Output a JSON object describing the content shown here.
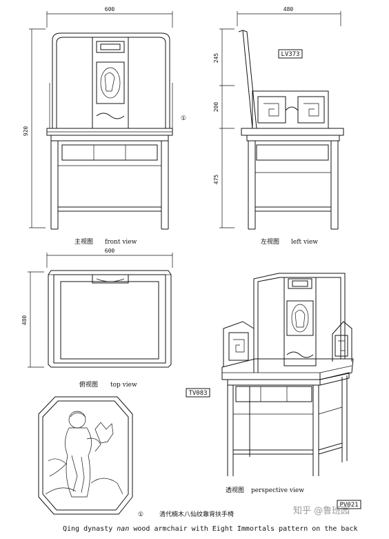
{
  "dimensions": {
    "front_width": "600",
    "side_width": "480",
    "front_height": "920",
    "side_top": "245",
    "side_mid": "200",
    "side_bottom": "475",
    "top_width": "600",
    "top_depth": "480"
  },
  "views": {
    "front": {
      "zh": "主视图",
      "en": "front view"
    },
    "left": {
      "zh": "左视图",
      "en": "left view"
    },
    "top": {
      "zh": "俯视图",
      "en": "top view"
    },
    "perspective": {
      "zh": "透视图",
      "en": "perspective view"
    }
  },
  "tags": {
    "lv": "LV373",
    "tv": "TV083",
    "pv": "PV021"
  },
  "marker": "①",
  "caption": {
    "zh": "清代楠木八仙纹靠背扶手椅",
    "en_pre": "Qing dynasty",
    "en_italic": "nan",
    "en_post": "wood armchair with Eight Immortals pattern on the back"
  },
  "watermark": "知乎 @鲁班园"
}
